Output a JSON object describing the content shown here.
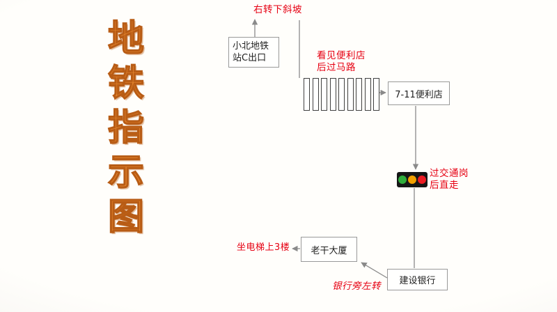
{
  "title": {
    "text": "地铁指示图",
    "chars": [
      "地",
      "铁",
      "指",
      "示",
      "图"
    ],
    "color": "#ea8a30"
  },
  "steps": {
    "slope_label": "右转下斜坡",
    "station_line1": "小北地铁",
    "station_line2": "站C出口",
    "crosswalk_line1": "看见便利店",
    "crosswalk_line2": "后过马路",
    "store_label": "7-11便利店",
    "traffic_line1": "过交通岗",
    "traffic_line2": "后直走",
    "bank_label": "建设银行",
    "bank_turn_label": "银行旁左转",
    "building_label": "老干大厦",
    "elevator_label": "坐电梯上3楼"
  },
  "icons": {
    "crosswalk": "zebra-crossing-icon",
    "traffic_light": "traffic-light-icon"
  },
  "colors": {
    "label_red": "#e60012",
    "title_orange": "#ea8a30",
    "line_gray": "#8a8a8a",
    "traffic_green": "#2fad3c",
    "traffic_yellow": "#f2a100",
    "traffic_red": "#ed1c24",
    "box_border": "#999999"
  }
}
